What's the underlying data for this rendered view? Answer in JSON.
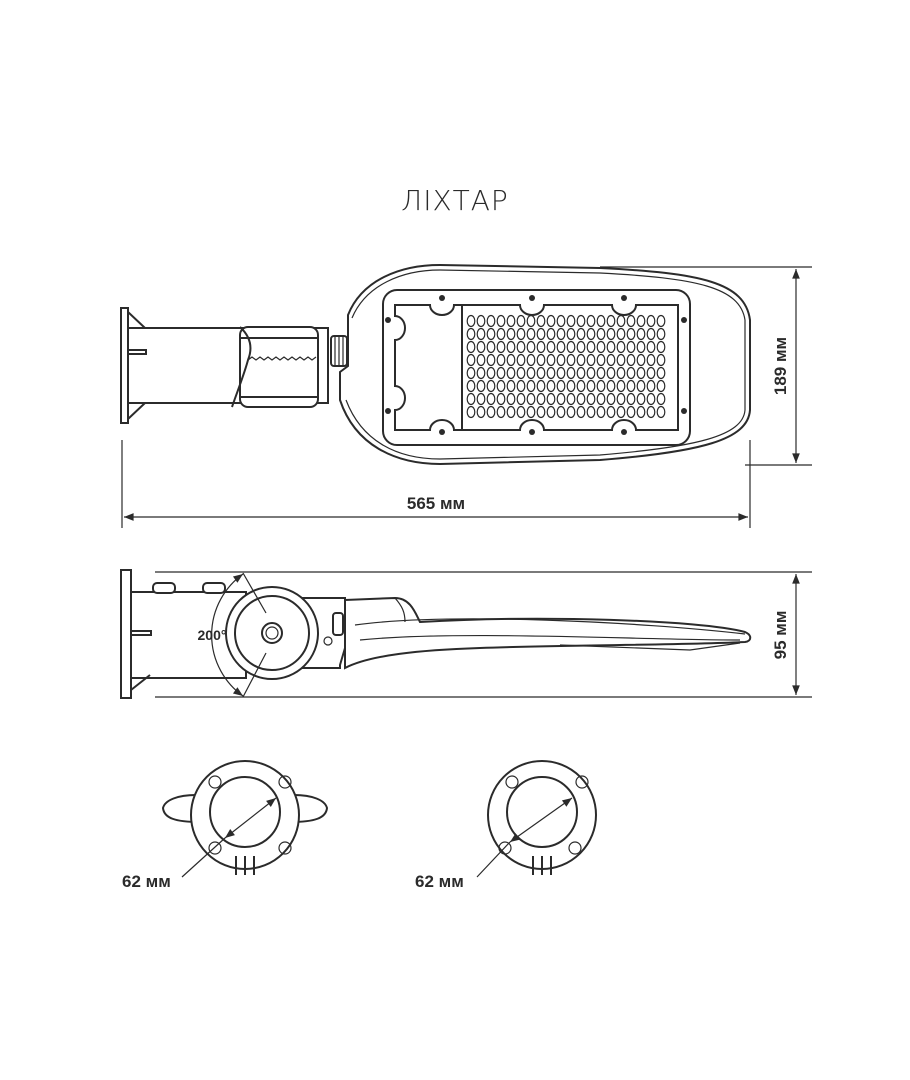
{
  "title": "ЛІХТАР",
  "dimensions": {
    "height_top": "189 мм",
    "length": "565 мм",
    "height_side": "95 мм",
    "angle": "200°",
    "mount_left": "62 мм",
    "mount_right": "62 мм"
  },
  "colors": {
    "line": "#2b2b2b",
    "background": "#ffffff"
  }
}
